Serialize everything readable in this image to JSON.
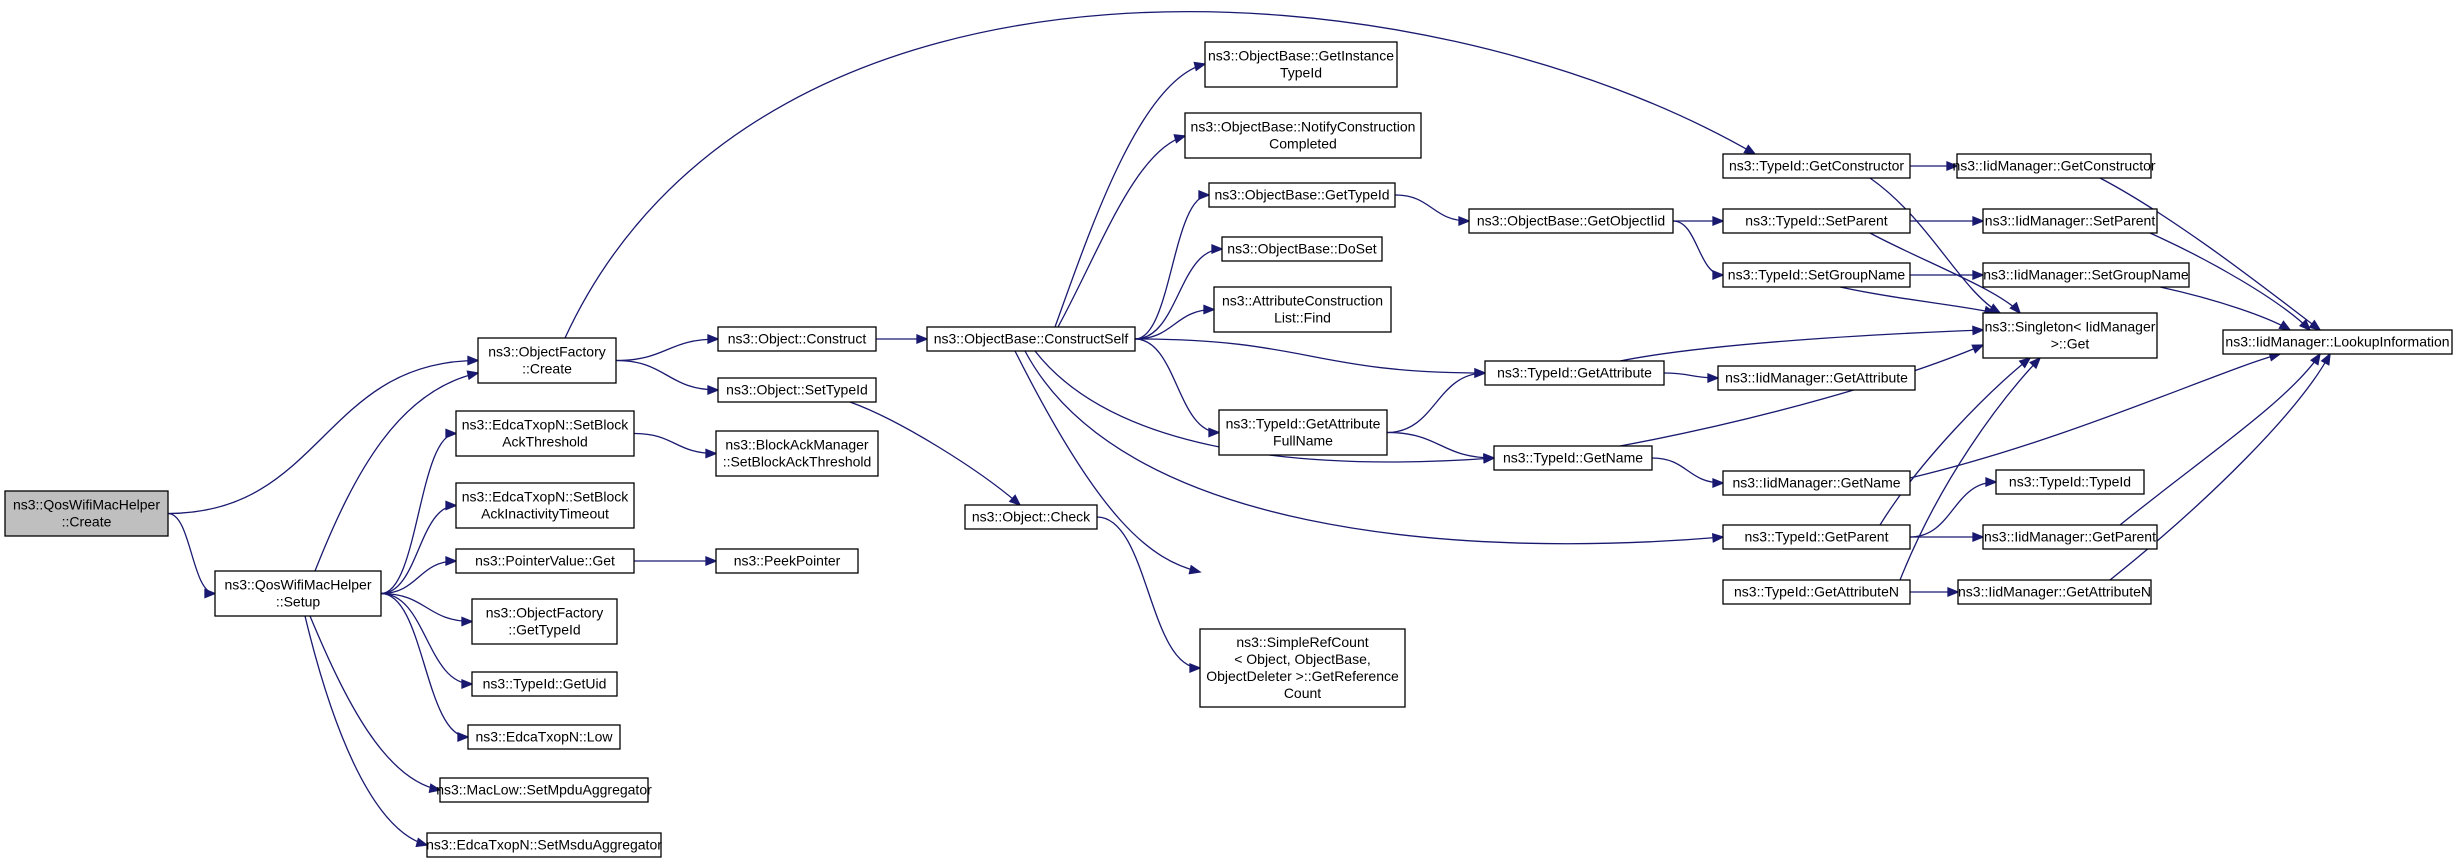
{
  "colors": {
    "edge": "#191970",
    "node_fill": "#ffffff",
    "root_fill": "#bfbfbf",
    "node_stroke": "#000000"
  },
  "nodes": [
    {
      "id": "n0",
      "root": true,
      "lines": [
        "ns3::QosWifiMacHelper",
        "::Create"
      ]
    },
    {
      "id": "n1",
      "lines": [
        "ns3::ObjectFactory",
        "::Create"
      ]
    },
    {
      "id": "n2",
      "lines": [
        "ns3::QosWifiMacHelper",
        "::Setup"
      ]
    },
    {
      "id": "n3",
      "lines": [
        "ns3::TypeId::GetConstructor"
      ]
    },
    {
      "id": "n4",
      "lines": [
        "ns3::Object::Construct"
      ]
    },
    {
      "id": "n5",
      "lines": [
        "ns3::Object::SetTypeId"
      ]
    },
    {
      "id": "n6",
      "lines": [
        "ns3::IidManager::GetConstructor"
      ]
    },
    {
      "id": "n7",
      "lines": [
        "ns3::Singleton< IidManager",
        " >::Get"
      ]
    },
    {
      "id": "n8",
      "lines": [
        "ns3::IidManager::LookupInformation"
      ]
    },
    {
      "id": "n9",
      "lines": [
        "ns3::ObjectBase::ConstructSelf"
      ]
    },
    {
      "id": "n10",
      "lines": [
        "ns3::ObjectBase::GetInstance",
        "TypeId"
      ]
    },
    {
      "id": "n11",
      "lines": [
        "ns3::ObjectBase::NotifyConstruction",
        "Completed"
      ]
    },
    {
      "id": "n12",
      "lines": [
        "ns3::ObjectBase::GetTypeId"
      ]
    },
    {
      "id": "n13",
      "lines": [
        "ns3::ObjectBase::DoSet"
      ]
    },
    {
      "id": "n14",
      "lines": [
        "ns3::AttributeConstruction",
        "List::Find"
      ]
    },
    {
      "id": "n15",
      "lines": [
        "ns3::TypeId::GetAttribute"
      ]
    },
    {
      "id": "n16",
      "lines": [
        "ns3::TypeId::GetAttribute",
        "FullName"
      ]
    },
    {
      "id": "n17",
      "lines": [
        "ns3::TypeId::GetName"
      ]
    },
    {
      "id": "n18",
      "lines": [
        "ns3::TypeId::GetParent"
      ]
    },
    {
      "id": "n19",
      "lines": [
        "ns3::TypeId::GetAttributeN"
      ]
    },
    {
      "id": "n20",
      "lines": [
        "ns3::ObjectBase::GetObjectIid"
      ]
    },
    {
      "id": "n21",
      "lines": [
        "ns3::TypeId::SetParent"
      ]
    },
    {
      "id": "n22",
      "lines": [
        "ns3::TypeId::SetGroupName"
      ]
    },
    {
      "id": "n23",
      "lines": [
        "ns3::IidManager::SetParent"
      ]
    },
    {
      "id": "n24",
      "lines": [
        "ns3::IidManager::SetGroupName"
      ]
    },
    {
      "id": "n25",
      "lines": [
        "ns3::IidManager::GetAttribute"
      ]
    },
    {
      "id": "n26",
      "lines": [
        "ns3::IidManager::GetName"
      ]
    },
    {
      "id": "n27",
      "lines": [
        "ns3::TypeId::TypeId"
      ]
    },
    {
      "id": "n28",
      "lines": [
        "ns3::IidManager::GetParent"
      ]
    },
    {
      "id": "n29",
      "lines": [
        "ns3::IidManager::GetAttributeN"
      ]
    },
    {
      "id": "n30",
      "lines": [
        "ns3::Object::Check"
      ]
    },
    {
      "id": "n31",
      "lines": [
        "ns3::SimpleRefCount",
        "< Object, ObjectBase,",
        " ObjectDeleter >::GetReference",
        "Count"
      ]
    },
    {
      "id": "n32",
      "lines": [
        "ns3::EdcaTxopN::SetBlock",
        "AckThreshold"
      ]
    },
    {
      "id": "n33",
      "lines": [
        "ns3::EdcaTxopN::SetBlock",
        "AckInactivityTimeout"
      ]
    },
    {
      "id": "n34",
      "lines": [
        "ns3::PointerValue::Get"
      ]
    },
    {
      "id": "n35",
      "lines": [
        "ns3::ObjectFactory",
        "::GetTypeId"
      ]
    },
    {
      "id": "n36",
      "lines": [
        "ns3::TypeId::GetUid"
      ]
    },
    {
      "id": "n37",
      "lines": [
        "ns3::EdcaTxopN::Low"
      ]
    },
    {
      "id": "n38",
      "lines": [
        "ns3::MacLow::SetMpduAggregator"
      ]
    },
    {
      "id": "n39",
      "lines": [
        "ns3::EdcaTxopN::SetMsduAggregator"
      ]
    },
    {
      "id": "n40",
      "lines": [
        "ns3::BlockAckManager",
        "::SetBlockAckThreshold"
      ]
    },
    {
      "id": "n41",
      "lines": [
        "ns3::PeekPointer"
      ]
    }
  ],
  "edges": [
    [
      "n0",
      "n1"
    ],
    [
      "n0",
      "n2"
    ],
    [
      "n1",
      "n3"
    ],
    [
      "n1",
      "n4"
    ],
    [
      "n1",
      "n5"
    ],
    [
      "n2",
      "n1"
    ],
    [
      "n2",
      "n32"
    ],
    [
      "n2",
      "n33"
    ],
    [
      "n2",
      "n34"
    ],
    [
      "n2",
      "n35"
    ],
    [
      "n2",
      "n36"
    ],
    [
      "n2",
      "n37"
    ],
    [
      "n2",
      "n38"
    ],
    [
      "n2",
      "n39"
    ],
    [
      "n3",
      "n6"
    ],
    [
      "n3",
      "n7"
    ],
    [
      "n6",
      "n8"
    ],
    [
      "n4",
      "n9"
    ],
    [
      "n5",
      "n30"
    ],
    [
      "n9",
      "n10"
    ],
    [
      "n9",
      "n11"
    ],
    [
      "n9",
      "n12"
    ],
    [
      "n9",
      "n13"
    ],
    [
      "n9",
      "n14"
    ],
    [
      "n9",
      "n15"
    ],
    [
      "n9",
      "n16"
    ],
    [
      "n9",
      "n17"
    ],
    [
      "n9",
      "n18"
    ],
    [
      "n9",
      "n19"
    ],
    [
      "n12",
      "n20"
    ],
    [
      "n20",
      "n21"
    ],
    [
      "n20",
      "n22"
    ],
    [
      "n21",
      "n23"
    ],
    [
      "n21",
      "n7"
    ],
    [
      "n22",
      "n24"
    ],
    [
      "n22",
      "n7"
    ],
    [
      "n23",
      "n8"
    ],
    [
      "n24",
      "n8"
    ],
    [
      "n15",
      "n7"
    ],
    [
      "n15",
      "n25"
    ],
    [
      "n16",
      "n15"
    ],
    [
      "n16",
      "n17"
    ],
    [
      "n17",
      "n7"
    ],
    [
      "n17",
      "n26"
    ],
    [
      "n26",
      "n8"
    ],
    [
      "n18",
      "n7"
    ],
    [
      "n18",
      "n27"
    ],
    [
      "n18",
      "n28"
    ],
    [
      "n28",
      "n8"
    ],
    [
      "n19",
      "n7"
    ],
    [
      "n19",
      "n29"
    ],
    [
      "n29",
      "n8"
    ],
    [
      "n30",
      "n31"
    ],
    [
      "n32",
      "n40"
    ],
    [
      "n34",
      "n41"
    ]
  ]
}
